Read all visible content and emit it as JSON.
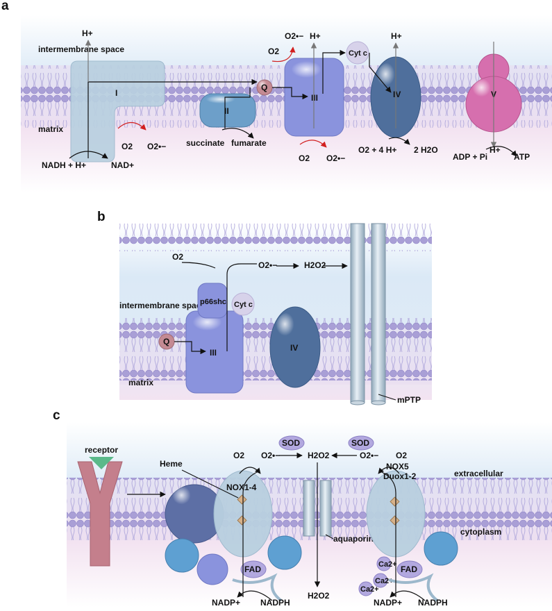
{
  "panels": {
    "a": {
      "letter": "a",
      "region_top": "intermembrane space",
      "region_bottom": "matrix",
      "complexes": [
        "I",
        "II",
        "III",
        "IV",
        "V"
      ],
      "carriers": {
        "q": "Q",
        "cytc": "Cyt c"
      },
      "proton": "H+",
      "superoxide": "O2•−",
      "oxygen": "O2",
      "reactions": {
        "complex1_in": "NADH + H+",
        "complex1_out": "NAD+",
        "complex2_in": "succinate",
        "complex2_out": "fumarate",
        "complex4_in": "O2 + 4 H+",
        "complex4_out": "2 H2O",
        "complex5_in": "ADP + Pi",
        "complex5_out": "ATP"
      }
    },
    "b": {
      "letter": "b",
      "region_top": "intermembrane space",
      "region_bottom": "matrix",
      "p66": "p66shc",
      "cytc": "Cyt c",
      "q": "Q",
      "complex3": "III",
      "complex4": "IV",
      "oxygen": "O2",
      "superoxide": "O2•−",
      "peroxide": "H2O2",
      "pore": "mPTP"
    },
    "c": {
      "letter": "c",
      "receptor": "receptor",
      "heme": "Heme",
      "nox14": "NOX1-4",
      "nox5": [
        "NOX5",
        "Duox1-2"
      ],
      "sod": "SOD",
      "oxygen": "O2",
      "superoxide": "O2•−",
      "peroxide": "H2O2",
      "fad": "FAD",
      "calcium": "Ca2+",
      "nadp": "NADP+",
      "nadph": "NADPH",
      "aquaporin": "aquaporin",
      "region_top": "extracellular",
      "region_bottom": "cytoplasm"
    }
  },
  "colors": {
    "membrane_head": "#a99fd6",
    "membrane_top": "#dbe9f6",
    "membrane_mid": "#f1e4f2",
    "complex1": "#b9d0e0",
    "complex2": "#6d9fc9",
    "complex3": "#8a93dd",
    "complex4": "#4f6f9c",
    "complex5": "#d66fae",
    "q": "#c48a93",
    "cytc": "#d7d2ea",
    "receptor": "#c47f8c",
    "receptor_cap": "#5bb98a",
    "red_arrow": "#d21f1f"
  }
}
